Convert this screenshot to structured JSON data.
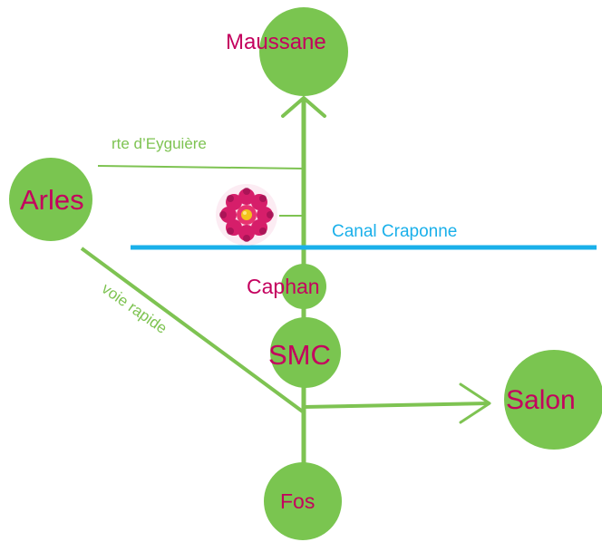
{
  "colors": {
    "background": "#ffffff",
    "road_green": "#7ec352",
    "circle_green": "#7ac550",
    "place_text": "#c4005e",
    "canal_blue": "#1ab0ea",
    "road_label": "#7ec352"
  },
  "places": {
    "maussane": "Maussane",
    "arles": "Arles",
    "caphan": "Caphan",
    "smc": "SMC",
    "salon": "Salon",
    "fos": "Fos"
  },
  "labels": {
    "route": "rte d’Eyguière",
    "canal": "Canal Craponne",
    "voie_rapide": "voie rapide"
  },
  "icons": {
    "flower": "flower-icon"
  }
}
